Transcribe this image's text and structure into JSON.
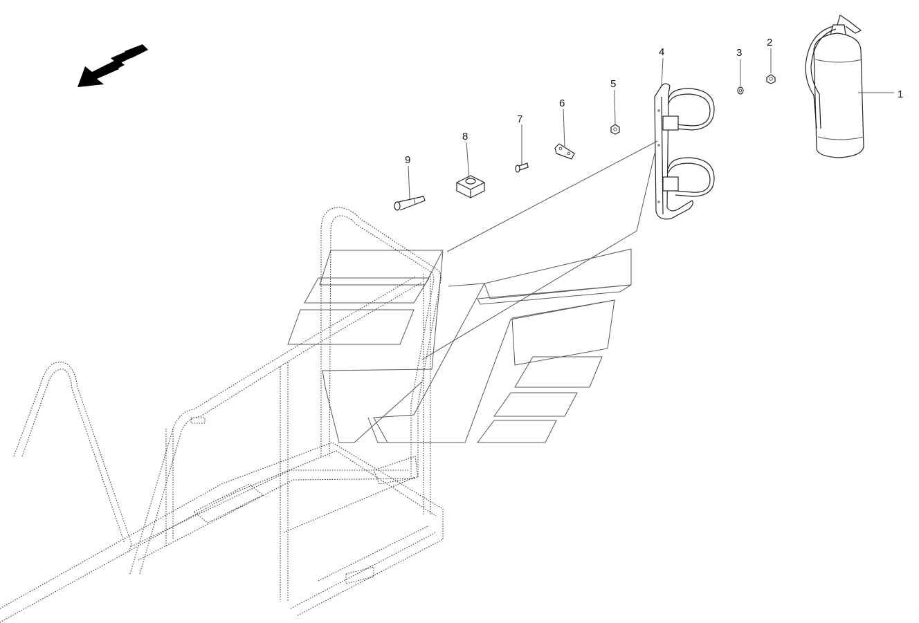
{
  "callouts": [
    {
      "id": "1",
      "label": "1"
    },
    {
      "id": "2",
      "label": "2"
    },
    {
      "id": "3",
      "label": "3"
    },
    {
      "id": "4",
      "label": "4"
    },
    {
      "id": "5",
      "label": "5"
    },
    {
      "id": "6",
      "label": "6"
    },
    {
      "id": "7",
      "label": "7"
    },
    {
      "id": "8",
      "label": "8"
    },
    {
      "id": "9",
      "label": "9"
    }
  ],
  "colors": {
    "ink": "#222222",
    "arrow": "#000000",
    "background": "#ffffff"
  },
  "icons": [
    "direction-arrow-icon"
  ]
}
